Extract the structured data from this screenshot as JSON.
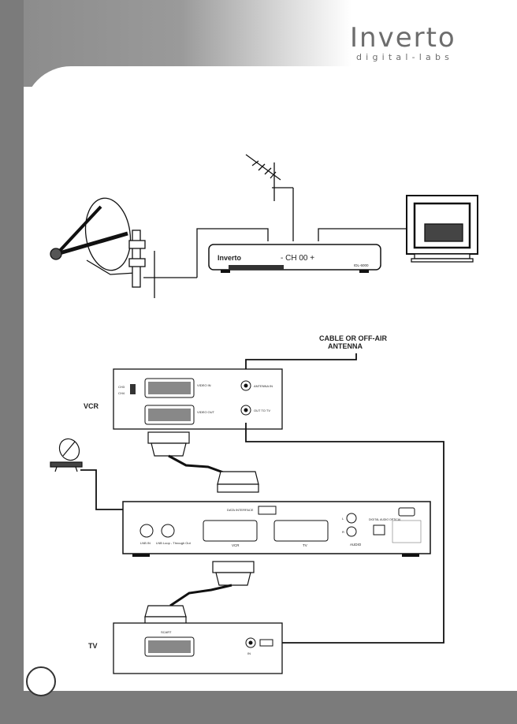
{
  "logo": {
    "brand": "Inverto",
    "tagline": "digital-labs"
  },
  "diagram_top": {
    "receiver_brand": "Inverto",
    "receiver_display": "- CH 00 +",
    "receiver_model": "IDL-6000"
  },
  "diagram_bottom": {
    "antenna_label_line1": "CABLE OR OFF-AIR",
    "antenna_label_line2": "ANTENNA",
    "vcr_label": "VCR",
    "tv_label": "TV",
    "vcr_panel": {
      "ch3": "CH3",
      "ch4": "CH4",
      "video_in": "VIDEO IN",
      "video_out": "VIDEO OUT",
      "antenna_in": "ANTENNA IN",
      "out_to_tv": "OUT TO TV"
    },
    "receiver_panel": {
      "data_interface": "DATA INTERFACE",
      "lnb_in": "LNB IN",
      "lnb_loop": "LNB Loop - Through Out",
      "vcr": "VCR",
      "tv": "TV",
      "audio": "AUDIO",
      "audio_l": "L",
      "audio_r": "R",
      "digital_audio": "DIGITAL AUDIO OPTICAL"
    },
    "tv_panel": {
      "scart": "SCART",
      "rf_in": "IN"
    }
  }
}
